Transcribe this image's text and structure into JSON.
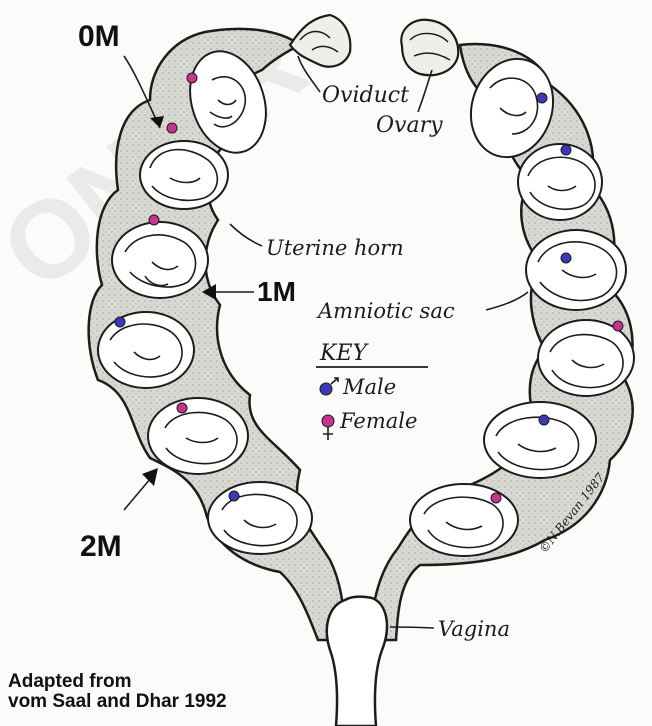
{
  "labels": {
    "om": "0M",
    "one_m": "1M",
    "two_m": "2M",
    "oviduct": "Oviduct",
    "ovary": "Ovary",
    "uterine_horn": "Uterine horn",
    "amniotic_sac": "Amniotic sac",
    "vagina": "Vagina"
  },
  "key": {
    "title": "KEY",
    "male": "Male",
    "female": "Female"
  },
  "signature": "©N.Bevan 1987",
  "credit": {
    "line1": "Adapted from",
    "line2": "vom Saal and Dhar 1992"
  },
  "colors": {
    "male": "#3a3ab8",
    "female": "#c8338f",
    "horn_fill": "#dcdcd6",
    "outline": "#1c1c1c"
  }
}
